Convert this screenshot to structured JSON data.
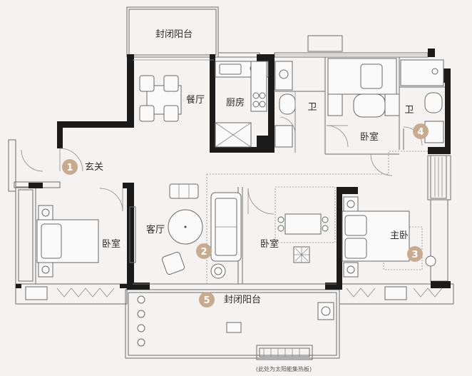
{
  "rooms": {
    "balcony_top": "封闭阳台",
    "dining": "餐厅",
    "kitchen": "厨房",
    "bath_a": "卫",
    "bath_b": "卫",
    "bedroom_mid_top": "卧室",
    "foyer": "玄关",
    "living": "客厅",
    "bedroom_left": "卧室",
    "bedroom_center": "卧室",
    "master": "主卧",
    "balcony_bottom": "封闭阳台"
  },
  "badges": [
    "1",
    "2",
    "3",
    "4",
    "5"
  ],
  "note": "(此处为太阳能集热板)",
  "colors": {
    "wall": "#1b1b1b",
    "badge": "#c8ab8f",
    "background": "#f4f3f1"
  }
}
